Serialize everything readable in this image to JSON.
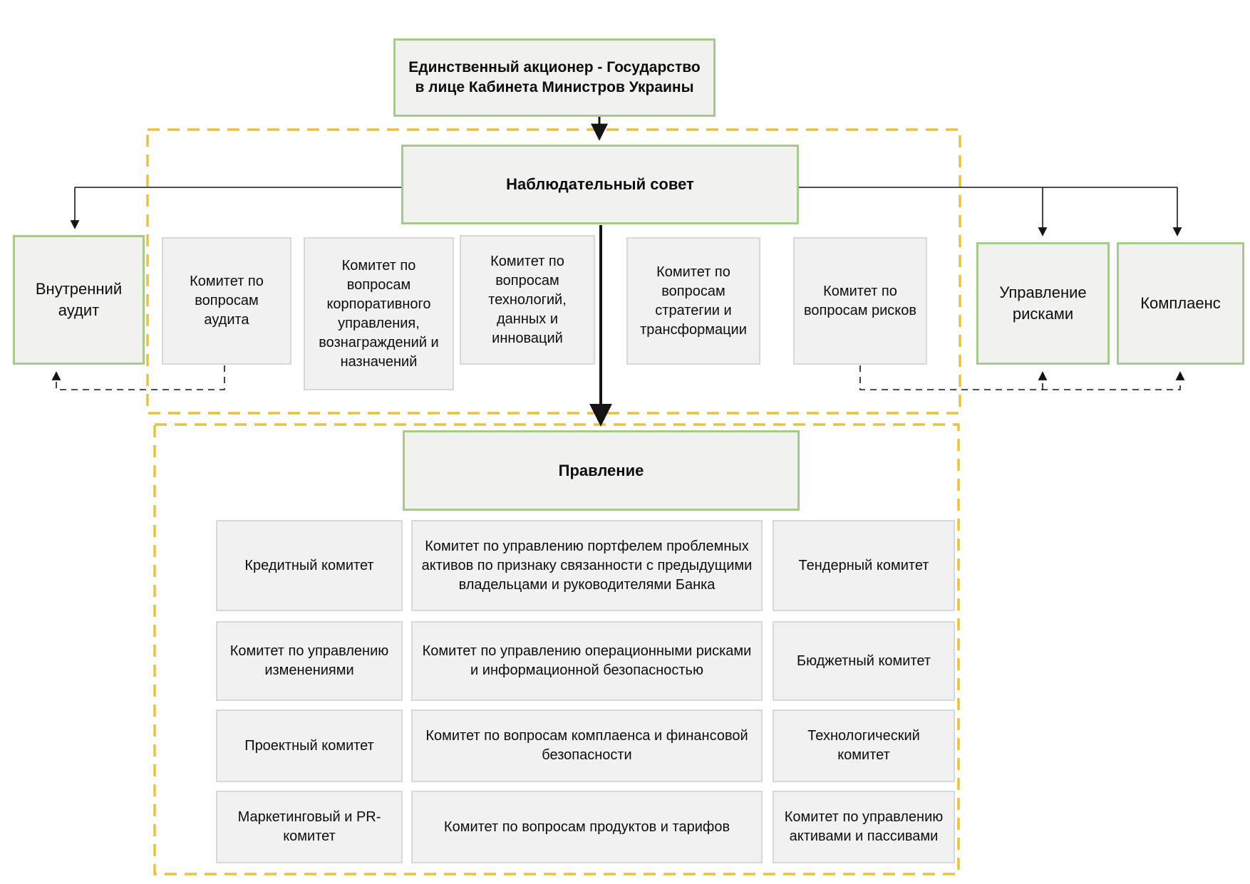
{
  "shareholder": {
    "label": "Единственный акционер - Государство в лице Кабинета Министров Украины"
  },
  "supervisory_board": {
    "label": "Наблюдательный совет"
  },
  "management_board": {
    "label": "Правление"
  },
  "units": {
    "internal_audit": "Внутренний аудит",
    "risk_management": "Управление рисками",
    "compliance": "Комплаенс"
  },
  "supervisory_committees": [
    "Комитет по вопросам аудита",
    "Комитет по вопросам корпоративного управления, вознаграждений и назначений",
    "Комитет по вопросам технологий, данных и инноваций",
    "Комитет по вопросам стратегии и трансформации",
    "Комитет по вопросам рисков"
  ],
  "management_committees": [
    "Кредитный комитет",
    "Комитет по управлению портфелем проблемных активов по признаку связанности с предыдущими владельцами и руководителями Банка",
    "Тендерный комитет",
    "Комитет по управлению изменениями",
    "Комитет по управлению операционными рисками и информационной безопасностью",
    "Бюджетный комитет",
    "Проектный комитет",
    "Комитет по вопросам комплаенса и финансовой безопасности",
    "Технологический комитет",
    "Маркетинговый и PR-комитет",
    "Комитет по вопросам продуктов и тарифов",
    "Комитет по управлению активами и пассивами"
  ],
  "colors": {
    "green_border": "#a6c98c",
    "gray_border": "#d8d8d8",
    "box_fill": "#f1f1f1",
    "section_dashed_yellow": "#e9c13e",
    "connector_black": "#141414"
  }
}
